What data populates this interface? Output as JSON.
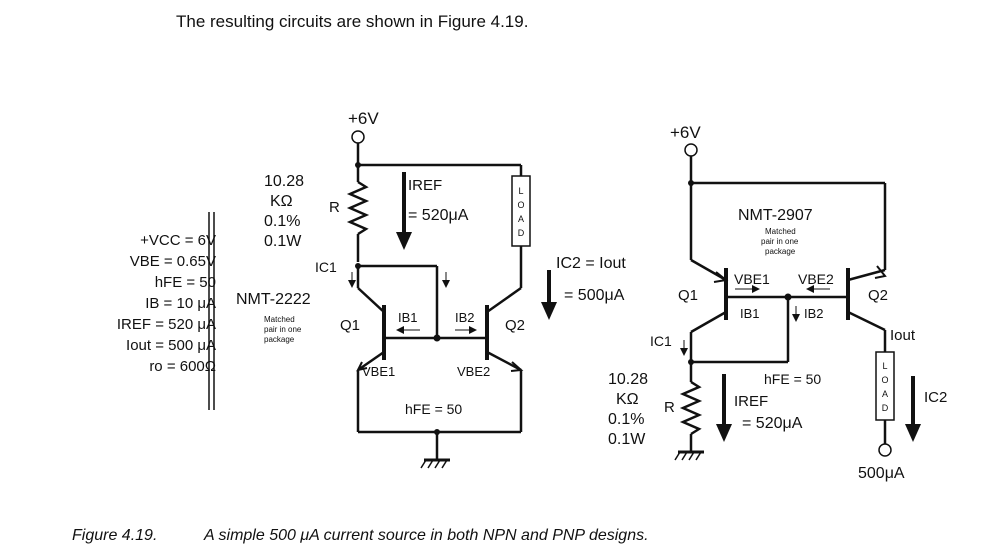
{
  "intro_text": "The resulting circuits are shown in Figure 4.19.",
  "caption": {
    "number": "Figure 4.19.",
    "text": "A simple 500 μA current source in both NPN and PNP designs."
  },
  "params": [
    "+VCC = 6V",
    "VBE = 0.65V",
    "hFE = 50",
    "IB = 10 μA",
    "IREF = 520 μA",
    "Iout = 500 μA",
    "ro = 600Ω"
  ],
  "npn": {
    "supply": "+6V",
    "resistor_value": [
      "10.28",
      "KΩ",
      "0.1%",
      "0.1W"
    ],
    "resistor_label": "R",
    "part": "NMT-2222",
    "part_note": [
      "Matched",
      "pair in one",
      "package"
    ],
    "iref": "IREF",
    "iref_value": "= 520μA",
    "ic1": "IC1",
    "ic2": "IC2 = Iout",
    "ic2_value": "= 500μA",
    "ib1": "IB1",
    "ib2": "IB2",
    "q1": "Q1",
    "q2": "Q2",
    "vbe1": "VBE1",
    "vbe2": "VBE2",
    "hfe": "hFE = 50",
    "load": "LOAD"
  },
  "pnp": {
    "supply": "+6V",
    "part": "NMT-2907",
    "part_note": [
      "Matched",
      "pair in one",
      "package"
    ],
    "vbe1": "VBE1",
    "vbe2": "VBE2",
    "q1": "Q1",
    "q2": "Q2",
    "ib1": "IB1",
    "ib2": "IB2",
    "ic1": "IC1",
    "iout": "Iout",
    "hfe": "hFE = 50",
    "resistor_value": [
      "10.28",
      "KΩ",
      "0.1%",
      "0.1W"
    ],
    "resistor_label": "R",
    "iref": "IREF",
    "iref_value": "= 520μA",
    "ic2": "IC2",
    "load": "LOAD",
    "output_current": "500μA"
  }
}
